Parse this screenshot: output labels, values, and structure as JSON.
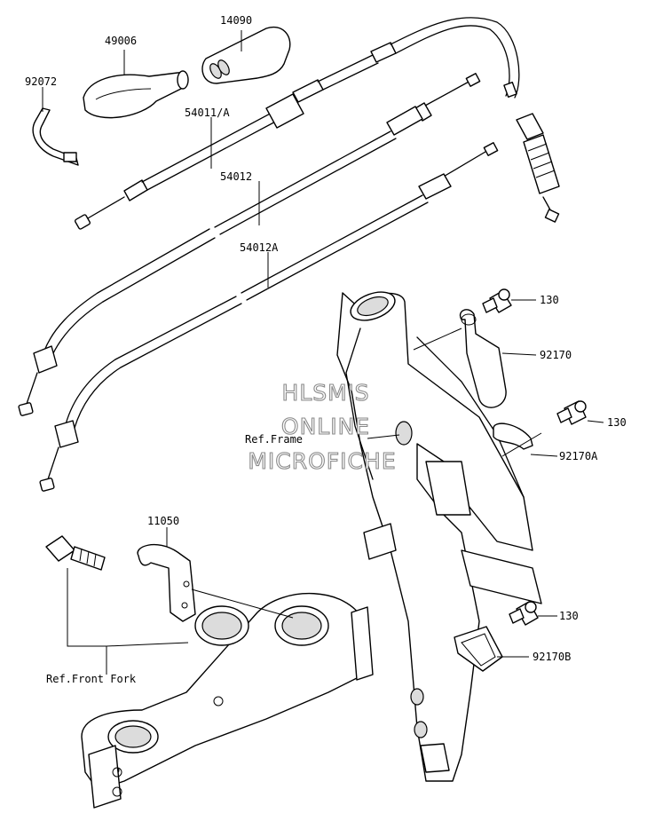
{
  "parts": {
    "p14090": "14090",
    "p49006": "49006",
    "p92072": "92072",
    "p54011A": "54011/A",
    "p54012": "54012",
    "p54012A": "54012A",
    "p130_a": "130",
    "p92170": "92170",
    "p130_b": "130",
    "p92170A": "92170A",
    "p11050": "11050",
    "p130_c": "130",
    "p92170B": "92170B"
  },
  "references": {
    "frame": "Ref.Frame",
    "front_fork": "Ref.Front Fork"
  },
  "watermark": {
    "line1": "HLSM'S",
    "line2": "ONLINE",
    "line3": "MICROFICHE"
  }
}
